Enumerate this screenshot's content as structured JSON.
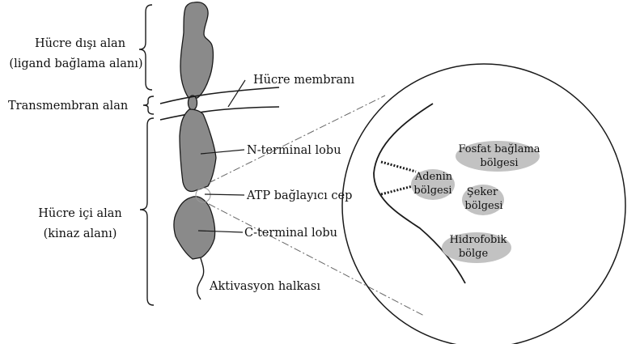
{
  "labels": {
    "extracellular_line1": "Hücre dışı alan",
    "extracellular_line2": "(ligand bağlama alanı)",
    "transmembrane": "Transmembran alan",
    "intracellular_line1": "Hücre içi alan",
    "intracellular_line2": "(kinaz alanı)",
    "cell_membrane": "Hücre membranı",
    "n_terminal_lobe": "N-terminal lobu",
    "atp_binding_pocket": "ATP bağlayıcı cep",
    "c_terminal_lobe": "C-terminal lobu",
    "activation_loop": "Aktivasyon halkası"
  },
  "pocket_regions": {
    "phosphate_line1": "Fosfat bağlama",
    "phosphate_line2": "bölgesi",
    "adenine_line1": "Adenin",
    "adenine_line2": "bölgesi",
    "sugar_line1": "Şeker",
    "sugar_line2": "bölgesi",
    "hydrophobic_line1": "Hidrofobik",
    "hydrophobic_line2": "bölge"
  },
  "colors": {
    "protein_fill": "#8a8a8a",
    "region_fill": "#c2c2c2",
    "stroke": "#1a1a1a",
    "text": "#111111"
  }
}
